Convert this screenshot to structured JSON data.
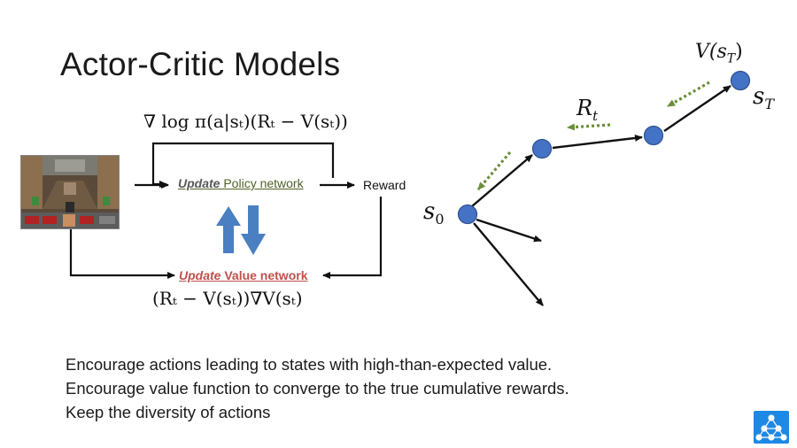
{
  "slide": {
    "title": "Actor-Critic Models",
    "bullets": [
      "Encourage actions leading to states with high-than-expected value.",
      "Encourage value function to converge to the true cumulative rewards.",
      "Keep the diversity of actions"
    ]
  },
  "flow_diagram": {
    "policy_gradient_formula": "∇ log π(a|sₜ)(Rₜ − V(sₜ))",
    "value_gradient_formula": "(Rₜ − V(sₜ))∇V(sₜ)",
    "policy_update_emphasis": "Update",
    "policy_update_rest": " Policy network",
    "value_update_emphasis": "Update",
    "value_update_rest": " Value network",
    "reward_label": "Reward",
    "arrow_colors": {
      "exchange": "#4a7fc1",
      "flow": "#111111"
    },
    "policy_label_color": "#4f6228",
    "value_label_color": "#c0504d"
  },
  "trajectory_diagram": {
    "start_state": "s",
    "start_state_sub": "0",
    "terminal_state": "s",
    "terminal_state_sub": "T",
    "return_label": "R",
    "return_label_sub": "t",
    "terminal_value_label": "V(s",
    "terminal_value_sub": "T",
    "terminal_value_close": ")",
    "node_color": "#4472c4",
    "dotted_arrow_color": "#6b8e3a"
  },
  "logo": {
    "name": "network-logo-icon",
    "color": "#1e88e5"
  }
}
